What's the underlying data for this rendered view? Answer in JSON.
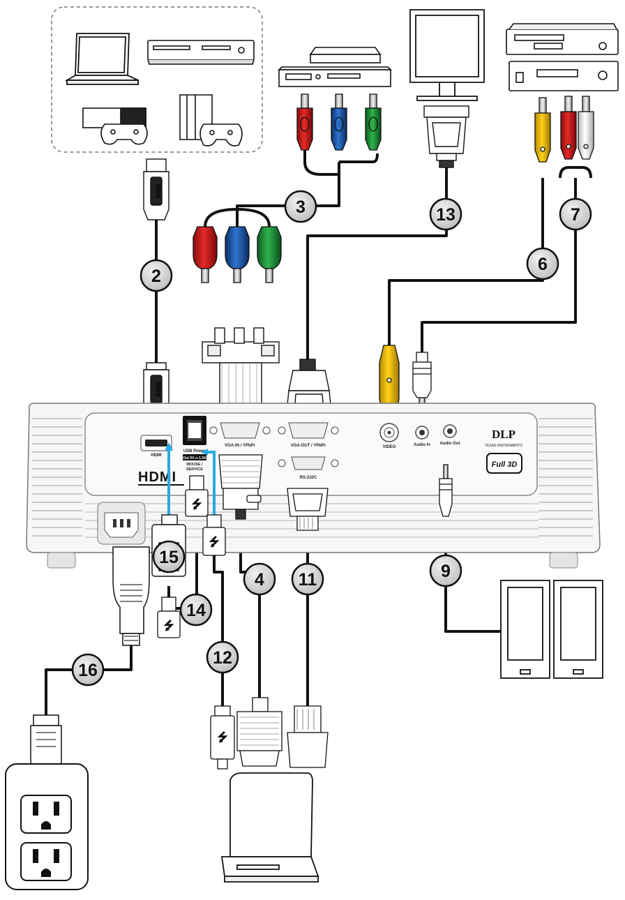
{
  "projector": {
    "port_labels": {
      "hdmi": "HDMI",
      "usb_power": "USB Power",
      "usb_power_spec": "Out 5V ⎓ 1.5A",
      "mouse_service": "MOUSE / SERVICE",
      "vga_in": "VGA-IN / YPbPr",
      "vga_out": "VGA-OUT / YPbPr",
      "rs232": "RS-232C",
      "video": "VIDEO",
      "audio_in": "Audio In",
      "audio_out": "Audio Out"
    },
    "logos": {
      "hdmi": "HDMI",
      "dlp": "DLP",
      "ti": "TEXAS INSTRUMENTS",
      "full3d": "Full 3D"
    }
  },
  "callouts": [
    "2",
    "3",
    "4",
    "6",
    "7",
    "9",
    "11",
    "12",
    "13",
    "14",
    "15",
    "16"
  ],
  "colors": {
    "cable": "#111111",
    "red": "#d81e1e",
    "green": "#1e9e3a",
    "blue": "#1e5fb4",
    "yellow": "#f2c300",
    "white": "#f4f4f4",
    "arrow": "#29a8e0",
    "callout_fill": "#d8d8d8"
  },
  "icons": [
    "laptop-icon",
    "dvd-player-icon",
    "game-console-icon",
    "game-console-tower-icon",
    "set-top-box-icon",
    "monitor-icon",
    "vcr-icon",
    "amplifier-icon",
    "speakers-icon",
    "wall-outlet-icon",
    "usb-symbol-icon"
  ]
}
